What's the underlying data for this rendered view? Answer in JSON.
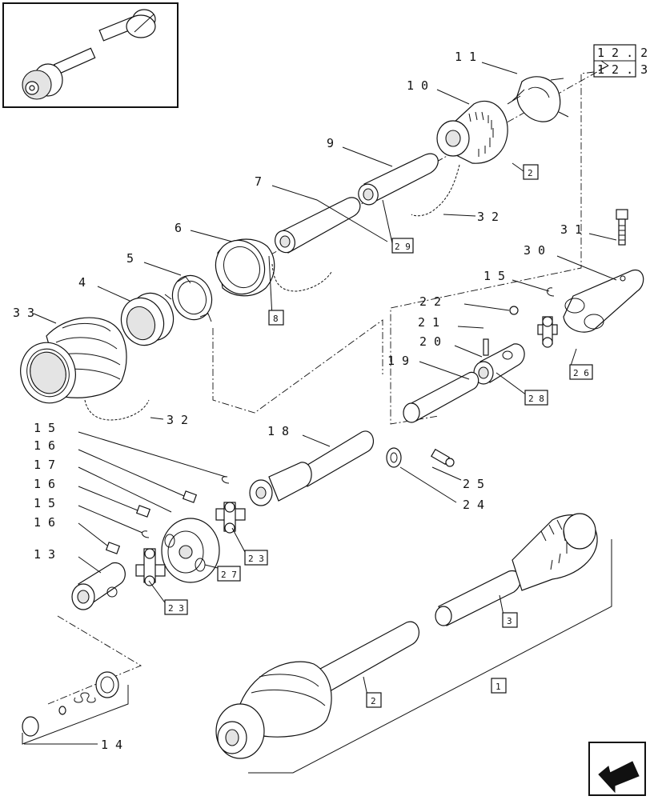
{
  "callouts": [
    "1 1",
    "1 0",
    "9",
    "7",
    "6",
    "5",
    "4",
    "3 3",
    "3 2",
    "3 2",
    "3 1",
    "3 0",
    "1 5",
    "2 2",
    "2 1",
    "2 0",
    "1 9",
    "1 8",
    "1 5",
    "1 6",
    "1 7",
    "1 6",
    "1 5",
    "1 6",
    "1 3",
    "2 5",
    "2 4",
    "1 4"
  ],
  "boxed_refs": [
    "2",
    "2 9",
    "8",
    "2 6",
    "2 8",
    "2 3",
    "2 7",
    "2 3",
    "3",
    "2",
    "1"
  ],
  "page_refs": [
    "1 2 . 2",
    "1 2 . 3"
  ],
  "icons": {
    "thumbnail": "pto-shaft-overview-thumbnail",
    "navigation": "next-page-arrow-icon"
  }
}
